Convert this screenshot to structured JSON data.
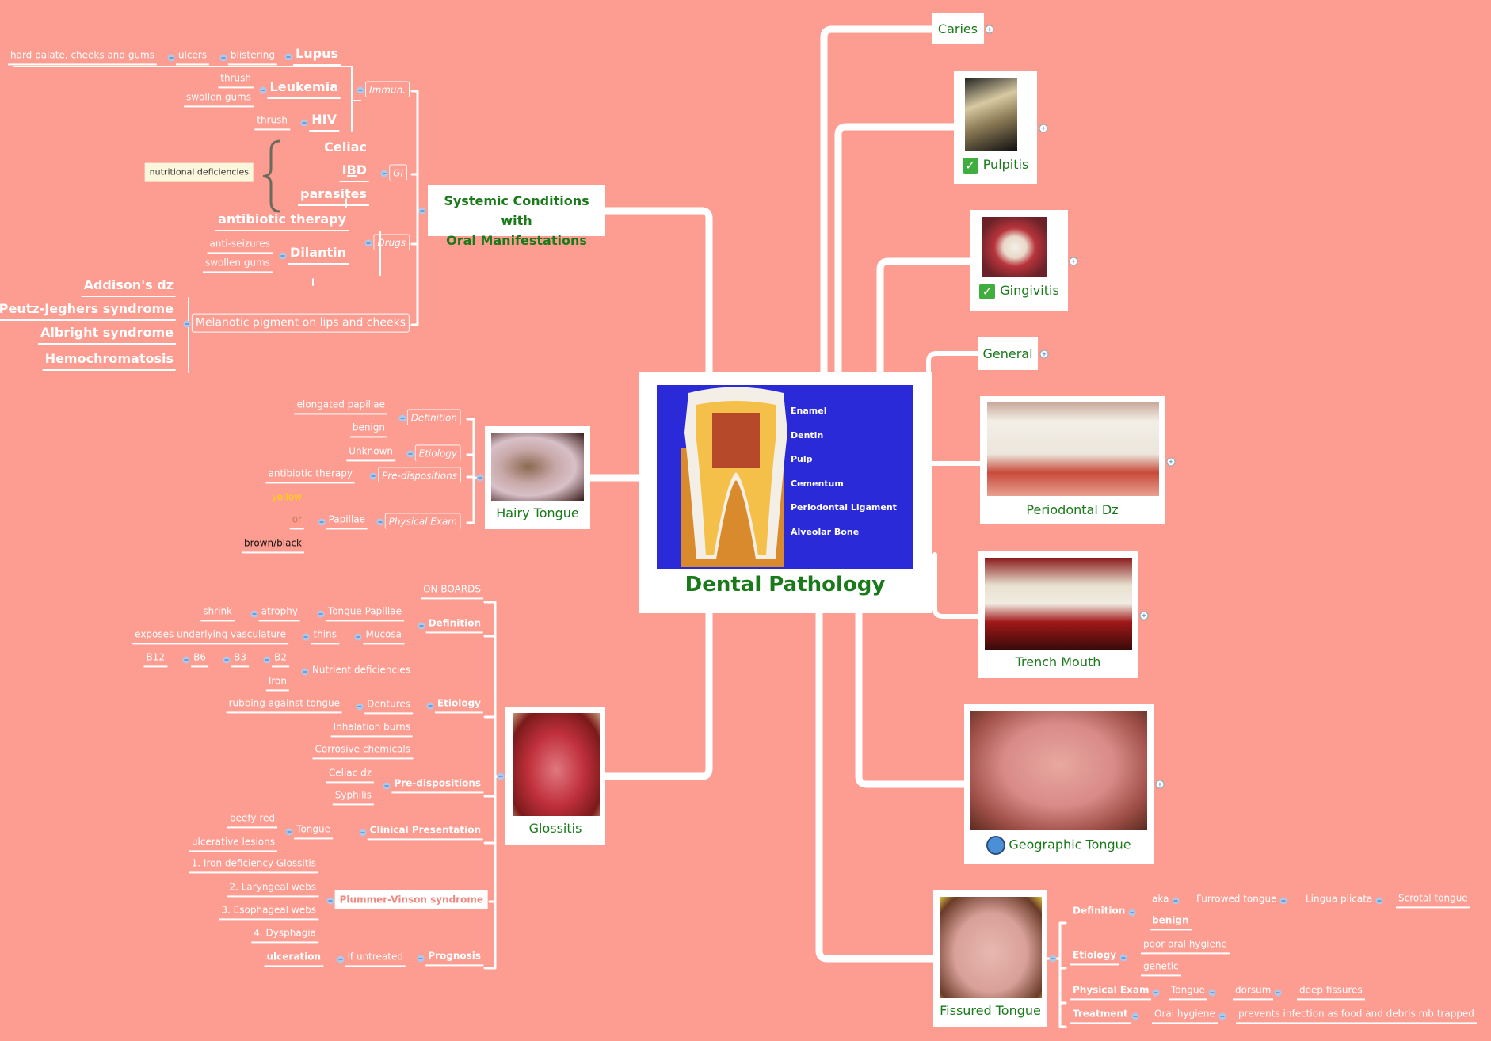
{
  "central": {
    "title": "Dental Pathology",
    "diagram_labels": [
      "Enamel",
      "Dentin",
      "Pulp",
      "Cementum",
      "Periodontal Ligament",
      "Alveolar Bone"
    ]
  },
  "right_topics": {
    "caries": "Caries",
    "pulpitis": "Pulpitis",
    "gingivitis": "Gingivitis",
    "general": "General",
    "periodontal": "Periodontal Dz",
    "trench": "Trench Mouth",
    "geographic": "Geographic Tongue",
    "fissured": "Fissured Tongue"
  },
  "systemic": {
    "title_line1": "Systemic Conditions with",
    "title_line2": "Oral Manifestations",
    "immun": "Immun.",
    "lupus": "Lupus",
    "blistering": "blistering",
    "ulcers": "ulcers",
    "hard_palate": "hard palate, cheeks and gums",
    "leukemia": "Leukemia",
    "leuk_thrush": "thrush",
    "leuk_swollen": "swollen gums",
    "hiv": "HIV",
    "hiv_thrush": "thrush",
    "gi": "GI",
    "celiac": "Celiac",
    "ibd": "IBD",
    "parasites": "parasites",
    "note": "nutritional deficiencies",
    "drugs": "Drugs",
    "antibiotic": "antibiotic therapy",
    "dilantin": "Dilantin",
    "anti_seizures": "anti-seizures",
    "dil_swollen": "swollen gums",
    "melanotic": "Melanotic pigment on lips and cheeks",
    "addison": "Addison's dz",
    "peutz": "Peutz-Jeghers syndrome",
    "albright": "Albright syndrome",
    "hemo": "Hemochromatosis"
  },
  "hairy": {
    "title": "Hairy Tongue",
    "definition": "Definition",
    "elongated": "elongated papillae",
    "benign": "benign",
    "etiology": "Etiology",
    "unknown": "Unknown",
    "predisp": "Pre-dispositions",
    "antibiotic": "antibiotic therapy",
    "exam": "Physical Exam",
    "papillae": "Papillae",
    "yellow": "yellow",
    "or": "or",
    "brown": "brown/black",
    "colors": {
      "yellow": "#ffd800",
      "brown": "#111111"
    }
  },
  "glossitis": {
    "title": "Glossitis",
    "on_boards": "ON BOARDS",
    "definition": "Definition",
    "tongue_papillae": "Tongue Papillae",
    "atrophy": "atrophy",
    "shrink": "shrink",
    "mucosa": "Mucosa",
    "thins": "thins",
    "exposes": "exposes underlying vasculature",
    "etiology": "Etiology",
    "nutrient": "Nutrient deficiencies",
    "b2": "B2",
    "b3": "B3",
    "b6": "B6",
    "b12": "B12",
    "iron": "Iron",
    "dentures": "Dentures",
    "rubbing": "rubbing against tongue",
    "inhalation": "Inhalation burns",
    "corrosive": "Corrosive chemicals",
    "predisp": "Pre-dispositions",
    "celiac": "Celiac dz",
    "syphilis": "Syphilis",
    "clinical": "Clinical Presentation",
    "tongue": "Tongue",
    "beefy": "beefy red",
    "ulcerative": "ulcerative lesions",
    "plummer": "Plummer-Vinson syndrome",
    "pv1": "1. Iron deficiency Glossitis",
    "pv2": "2. Laryngeal webs",
    "pv3": "3.  Esophageal webs",
    "pv4": "4. Dysphagia",
    "prognosis": "Prognosis",
    "untreated": "if untreated",
    "ulceration": "ulceration"
  },
  "fissured": {
    "definition": "Definition",
    "aka": "aka",
    "furrowed": "Furrowed tongue",
    "lingua": "Lingua plicata",
    "scrotal": "Scrotal tongue",
    "benign": "benign",
    "etiology": "Etiology",
    "poor": "poor oral hygiene",
    "genetic": "genetic",
    "exam": "Physical Exam",
    "tongue": "Tongue",
    "dorsum": "dorsum",
    "deep": "deep fissures",
    "treatment": "Treatment",
    "oral": "Oral hygiene",
    "prevents": "prevents infection as food and debris mb trapped"
  },
  "colors": {
    "background": "#fd9c91",
    "title_green": "#1a7a1a",
    "diagram_blue": "#2a2ad8"
  },
  "icons": {
    "collapse": "minus-circle-icon",
    "expand": "plus-circle-icon",
    "done": "checkmark-icon",
    "sad": "crying-face-icon"
  }
}
